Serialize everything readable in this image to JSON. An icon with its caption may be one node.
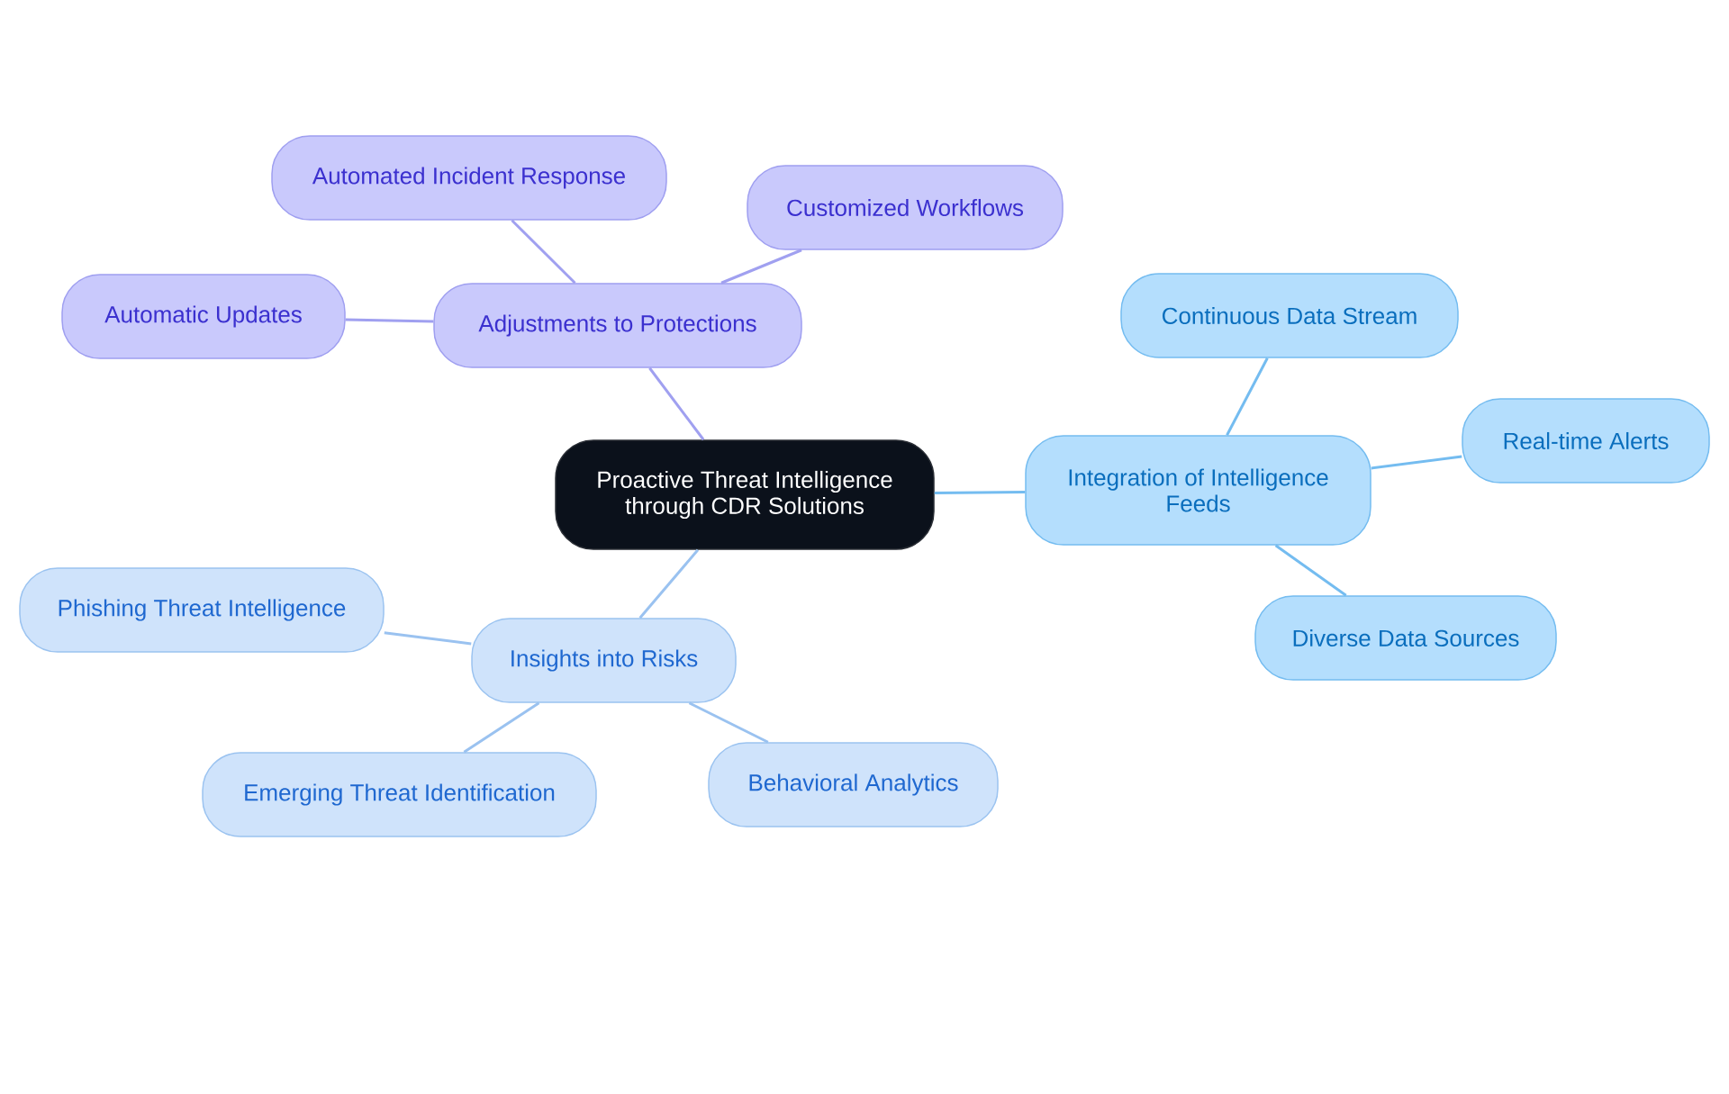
{
  "diagram": {
    "nodes": [
      {
        "text": [
          "Proactive Threat Intelligence through CDR Solutions"
        ]
      },
      {
        "text": [
          "Adjustments to Protections"
        ]
      },
      {
        "text": [
          "Automated Incident Response"
        ]
      },
      {
        "text": [
          "Customized Workflows"
        ]
      },
      {
        "text": [
          "Automatic Updates"
        ]
      },
      {
        "text": [
          "Integration of Intelligence Feeds"
        ]
      },
      {
        "text": [
          "Continuous Data Stream"
        ]
      },
      {
        "text": [
          "Real-time Alerts"
        ]
      },
      {
        "text": [
          "Diverse Data Sources"
        ]
      },
      {
        "text": [
          "Insights into Risks"
        ]
      },
      {
        "text": [
          "Phishing Threat Intelligence"
        ]
      },
      {
        "text": [
          "Emerging Threat Identification"
        ]
      },
      {
        "text": [
          "Behavioral Analytics"
        ]
      }
    ],
    "edges": [
      {
        "from": 0,
        "to": 1,
        "arrow": "none",
        "color": "#a0a0f0"
      },
      {
        "from": 1,
        "to": 2,
        "arrow": "none",
        "color": "#a0a0f0"
      },
      {
        "from": 1,
        "to": 3,
        "arrow": "none",
        "color": "#a0a0f0"
      },
      {
        "from": 1,
        "to": 4,
        "arrow": "none",
        "color": "#a0a0f0"
      },
      {
        "from": 0,
        "to": 5,
        "arrow": "none",
        "color": "#74bcf0"
      },
      {
        "from": 5,
        "to": 6,
        "arrow": "none",
        "color": "#74bcf0"
      },
      {
        "from": 5,
        "to": 7,
        "arrow": "none",
        "color": "#74bcf0"
      },
      {
        "from": 5,
        "to": 8,
        "arrow": "none",
        "color": "#74bcf0"
      },
      {
        "from": 0,
        "to": 9,
        "arrow": "none",
        "color": "#9ac2f0"
      },
      {
        "from": 9,
        "to": 10,
        "arrow": "none",
        "color": "#9ac2f0"
      },
      {
        "from": 9,
        "to": 11,
        "arrow": "none",
        "color": "#9ac2f0"
      },
      {
        "from": 9,
        "to": 12,
        "arrow": "none",
        "color": "#9ac2f0"
      }
    ]
  }
}
